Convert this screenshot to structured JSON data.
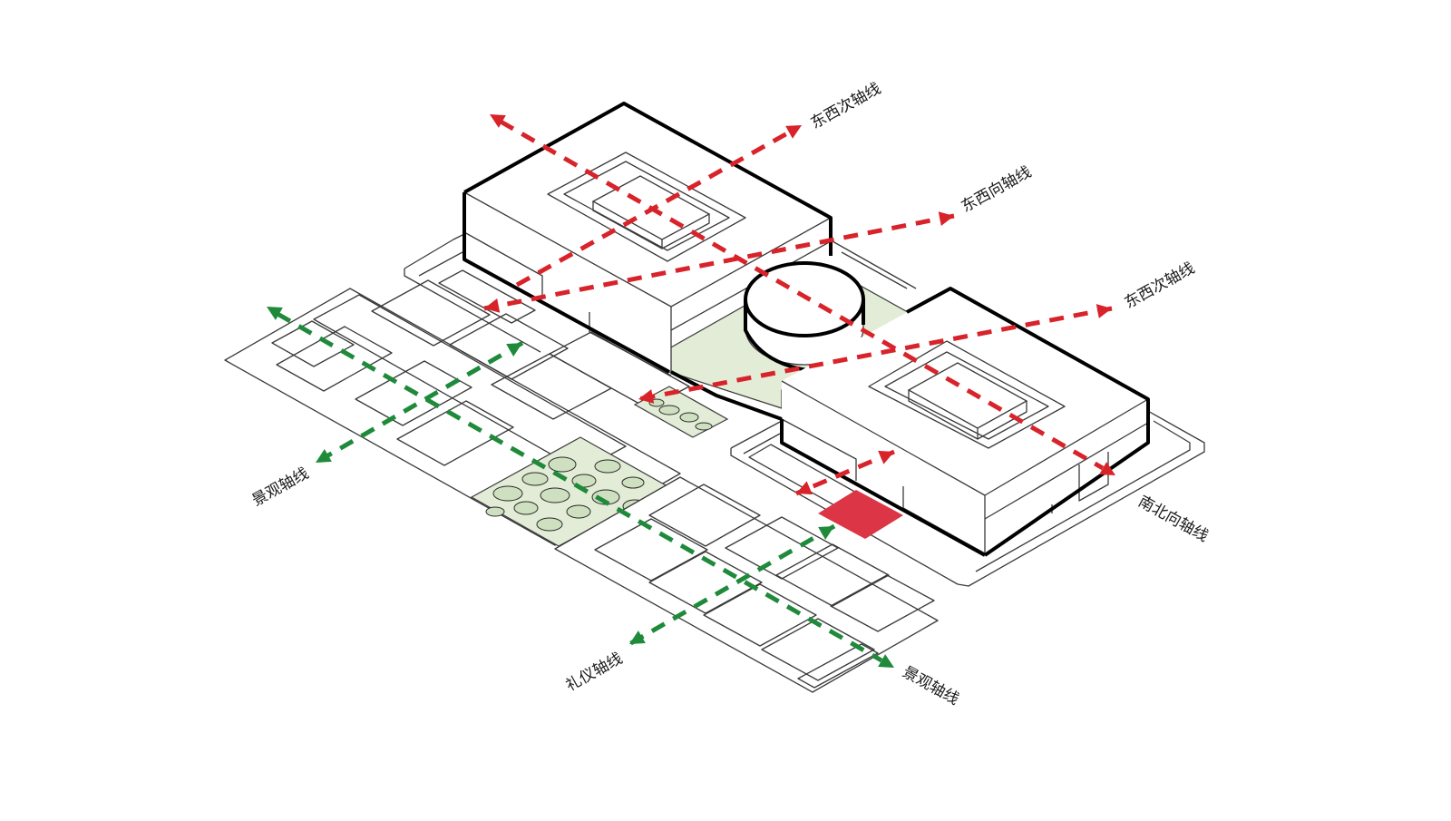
{
  "colors": {
    "axis_red": "#d8232a",
    "axis_green": "#1e8a3a",
    "green_space": "#e2ecd6",
    "entry_square": "#dc3545",
    "building_outline": "#000000"
  },
  "labels": {
    "ew_secondary_top": "东西次轴线",
    "ew_main": "东西向轴线",
    "ew_secondary_right": "东西次轴线",
    "ns_axis": "南北向轴线",
    "landscape_left": "景观轴线",
    "ceremonial": "礼仪轴线",
    "landscape_bottom": "景观轴线"
  }
}
